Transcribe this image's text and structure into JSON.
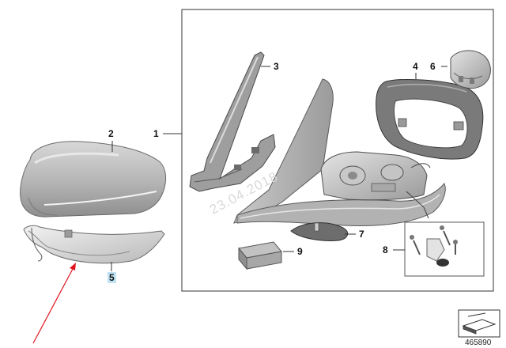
{
  "callouts": {
    "c1": "1",
    "c2": "2",
    "c3": "3",
    "c4": "4",
    "c5": "5",
    "c6": "6",
    "c7": "7",
    "c8": "8",
    "c9": "9"
  },
  "watermark": "23.04.2018",
  "diagram_id": "465890",
  "colors": {
    "highlight": "#bfe3f2",
    "pointer_arrow": "#e0141e",
    "frame": "#333333"
  }
}
